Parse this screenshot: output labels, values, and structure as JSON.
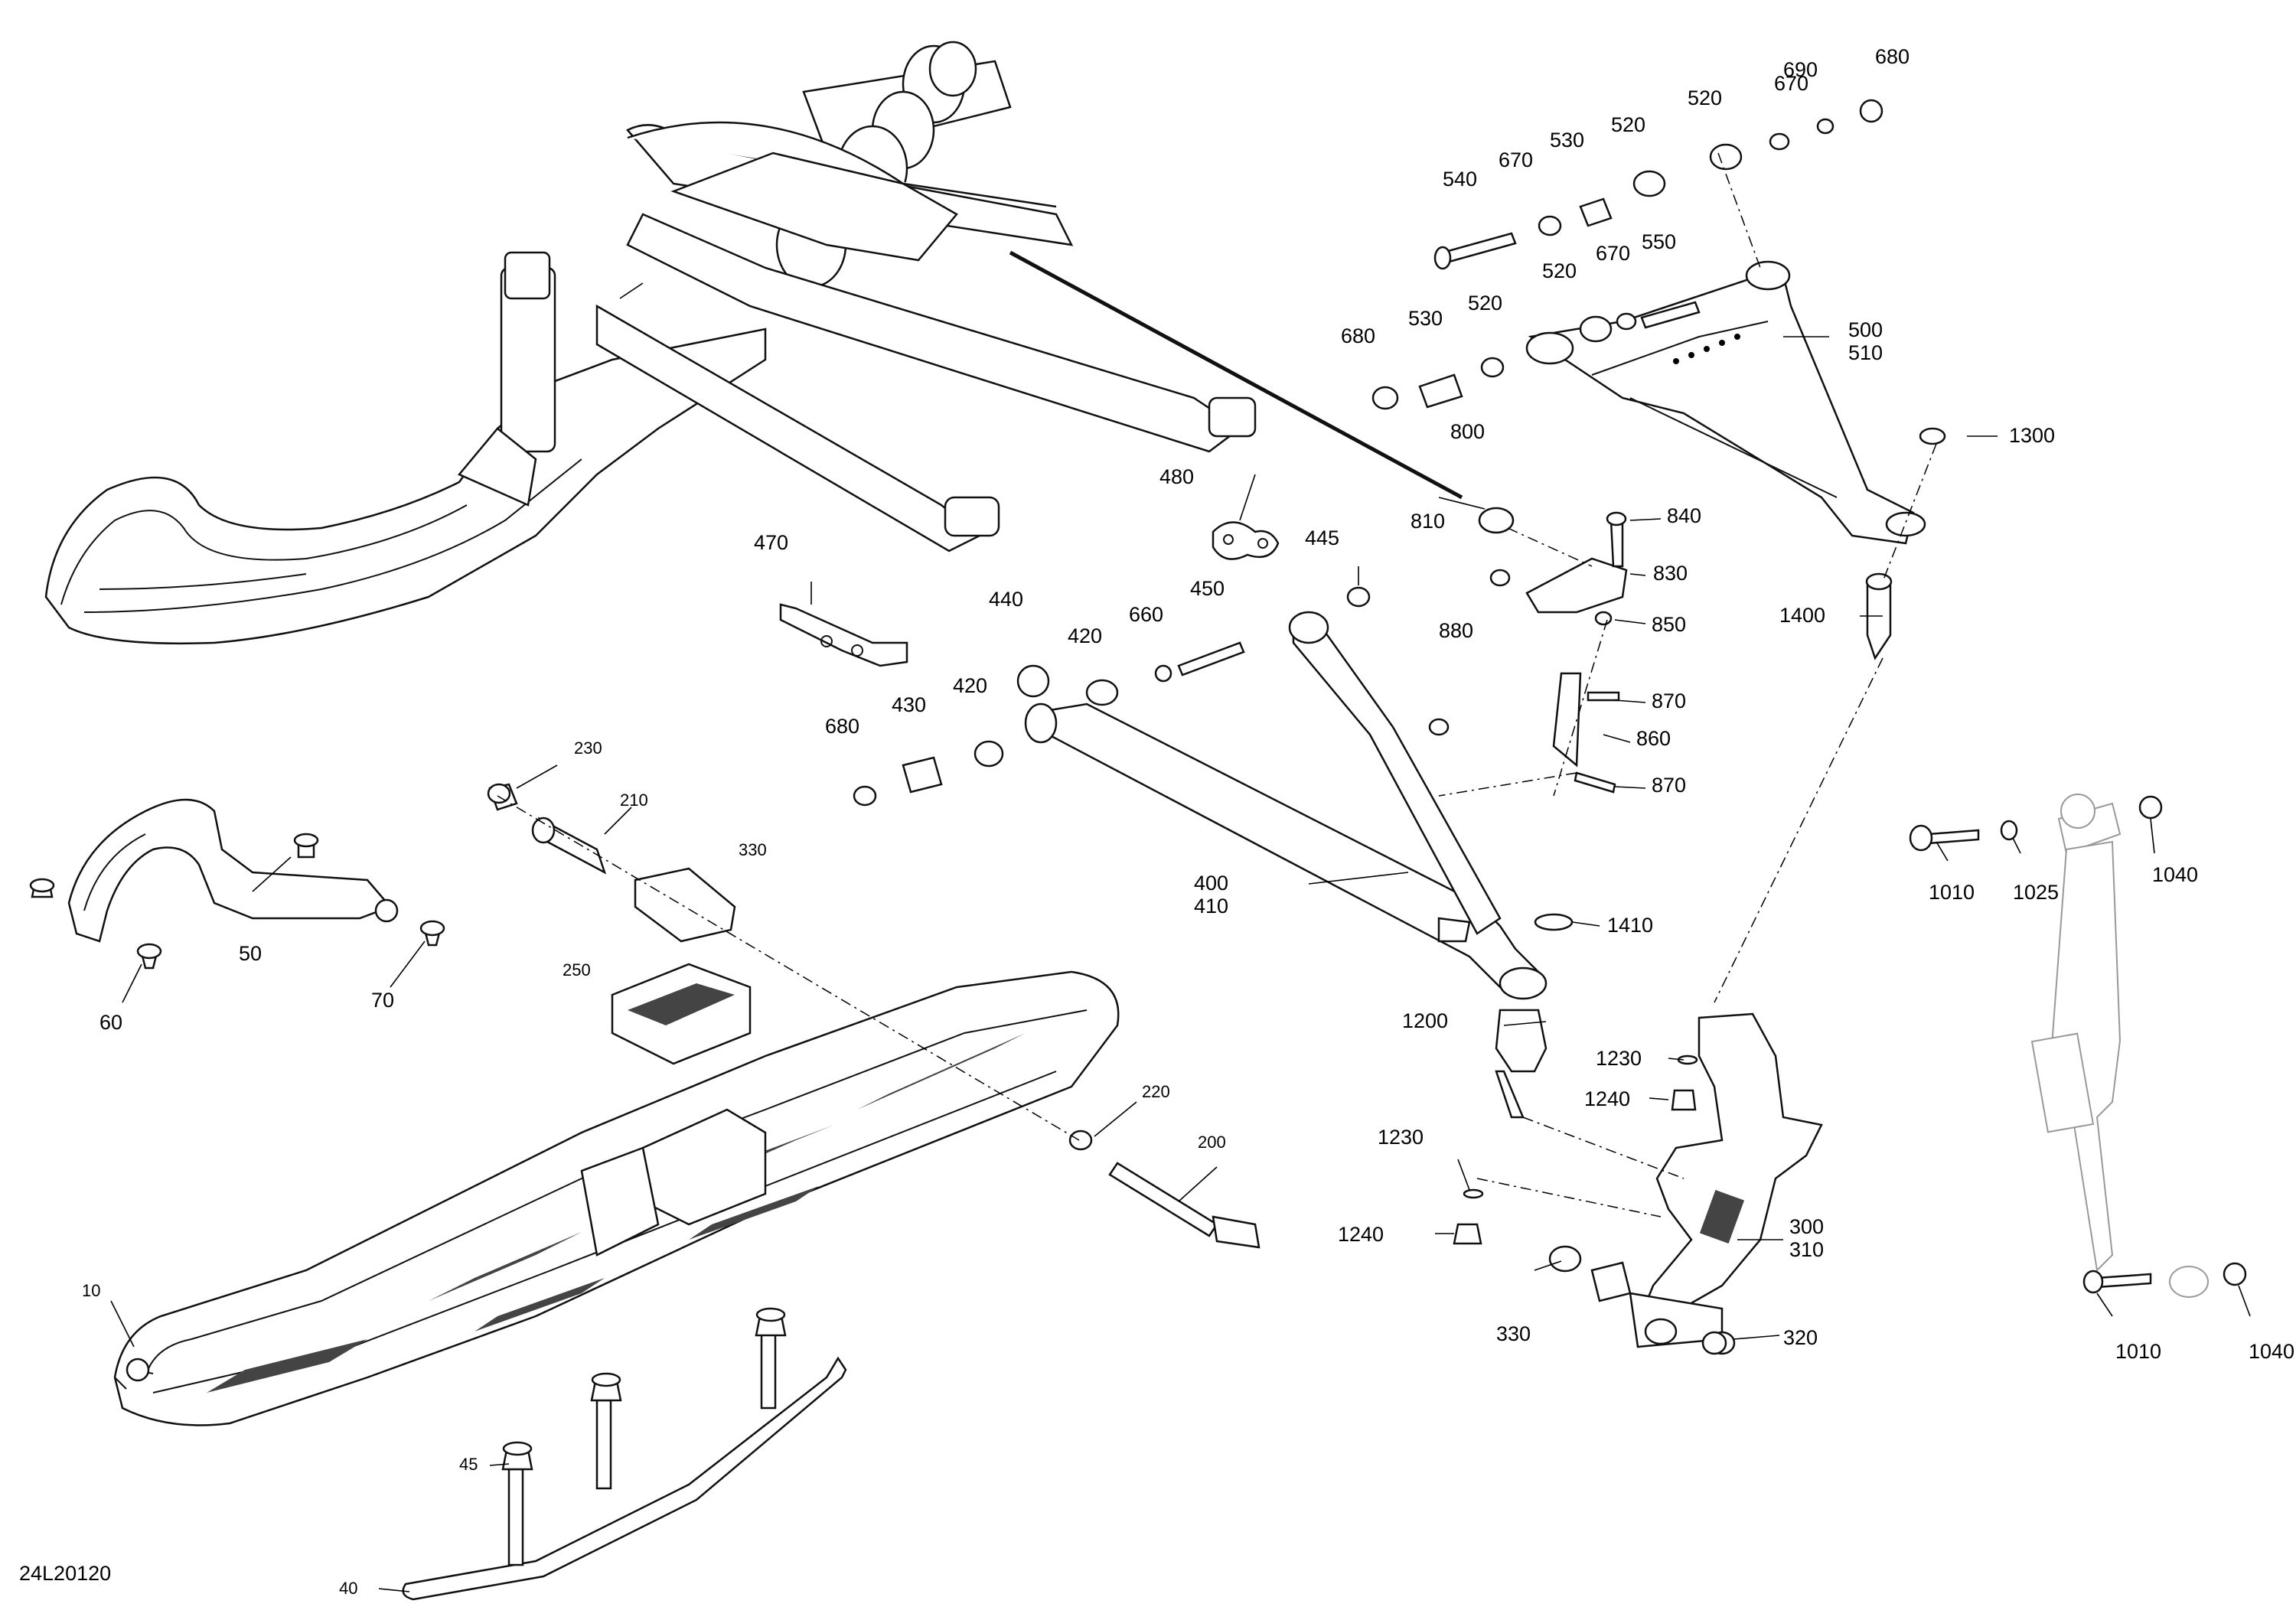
{
  "diagram_id": "24L20120",
  "parts": [
    {
      "id": "p10",
      "label": "10"
    },
    {
      "id": "p40",
      "label": "40"
    },
    {
      "id": "p45",
      "label": "45"
    },
    {
      "id": "p50",
      "label": "50"
    },
    {
      "id": "p60",
      "label": "60"
    },
    {
      "id": "p70",
      "label": "70"
    },
    {
      "id": "p200",
      "label": "200"
    },
    {
      "id": "p210",
      "label": "210"
    },
    {
      "id": "p220",
      "label": "220"
    },
    {
      "id": "p230",
      "label": "230"
    },
    {
      "id": "p250",
      "label": "250"
    },
    {
      "id": "p300",
      "label": "300"
    },
    {
      "id": "p310",
      "label": "310"
    },
    {
      "id": "p320",
      "label": "320"
    },
    {
      "id": "p330a",
      "label": "330"
    },
    {
      "id": "p330b",
      "label": "330"
    },
    {
      "id": "p400",
      "label": "400"
    },
    {
      "id": "p410",
      "label": "410"
    },
    {
      "id": "p420a",
      "label": "420"
    },
    {
      "id": "p420b",
      "label": "420"
    },
    {
      "id": "p430",
      "label": "430"
    },
    {
      "id": "p440",
      "label": "440"
    },
    {
      "id": "p445",
      "label": "445"
    },
    {
      "id": "p450",
      "label": "450"
    },
    {
      "id": "p470",
      "label": "470"
    },
    {
      "id": "p480",
      "label": "480"
    },
    {
      "id": "p500",
      "label": "500"
    },
    {
      "id": "p510",
      "label": "510"
    },
    {
      "id": "p520a",
      "label": "520"
    },
    {
      "id": "p520b",
      "label": "520"
    },
    {
      "id": "p520c",
      "label": "520"
    },
    {
      "id": "p520d",
      "label": "520"
    },
    {
      "id": "p530a",
      "label": "530"
    },
    {
      "id": "p530b",
      "label": "530"
    },
    {
      "id": "p540",
      "label": "540"
    },
    {
      "id": "p550",
      "label": "550"
    },
    {
      "id": "p660",
      "label": "660"
    },
    {
      "id": "p670a",
      "label": "670"
    },
    {
      "id": "p670b",
      "label": "670"
    },
    {
      "id": "p670c",
      "label": "670"
    },
    {
      "id": "p680a",
      "label": "680"
    },
    {
      "id": "p680b",
      "label": "680"
    },
    {
      "id": "p680c",
      "label": "680"
    },
    {
      "id": "p690",
      "label": "690"
    },
    {
      "id": "p800",
      "label": "800"
    },
    {
      "id": "p810",
      "label": "810"
    },
    {
      "id": "p830",
      "label": "830"
    },
    {
      "id": "p840",
      "label": "840"
    },
    {
      "id": "p850",
      "label": "850"
    },
    {
      "id": "p860",
      "label": "860"
    },
    {
      "id": "p870a",
      "label": "870"
    },
    {
      "id": "p870b",
      "label": "870"
    },
    {
      "id": "p880",
      "label": "880"
    },
    {
      "id": "p1010a",
      "label": "1010"
    },
    {
      "id": "p1010b",
      "label": "1010"
    },
    {
      "id": "p1025",
      "label": "1025"
    },
    {
      "id": "p1040a",
      "label": "1040"
    },
    {
      "id": "p1040b",
      "label": "1040"
    },
    {
      "id": "p1200",
      "label": "1200"
    },
    {
      "id": "p1230a",
      "label": "1230"
    },
    {
      "id": "p1230b",
      "label": "1230"
    },
    {
      "id": "p1240a",
      "label": "1240"
    },
    {
      "id": "p1240b",
      "label": "1240"
    },
    {
      "id": "p1300",
      "label": "1300"
    },
    {
      "id": "p1400",
      "label": "1400"
    },
    {
      "id": "p1410",
      "label": "1410"
    }
  ]
}
